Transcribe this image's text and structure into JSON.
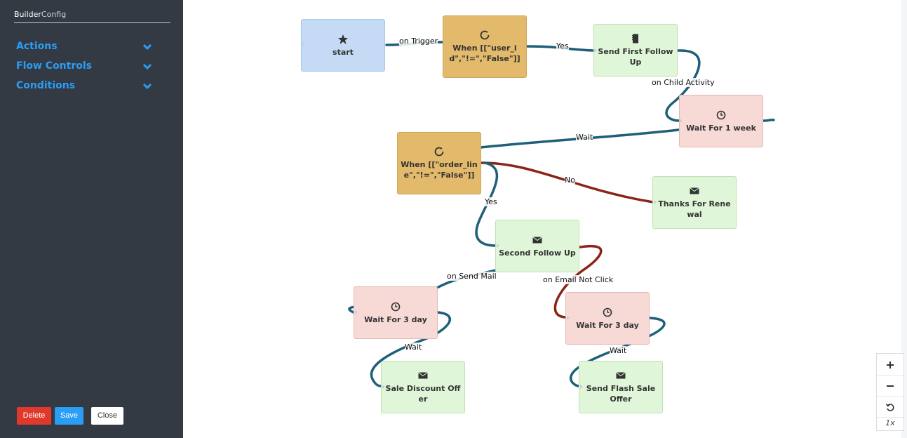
{
  "sidebar": {
    "brand_bold": "Builder",
    "brand_light": "Config",
    "menu": [
      {
        "label": "Actions"
      },
      {
        "label": "Flow Controls"
      },
      {
        "label": "Conditions"
      }
    ],
    "buttons": {
      "delete": "Delete",
      "save": "Save",
      "close": "Close"
    }
  },
  "colors": {
    "sidebar_bg": "#333a44",
    "menu_accent": "#2a9df4",
    "edge_primary": "#1f5f7a",
    "edge_negative": "#8b2417",
    "node_start": "#c5daf5",
    "node_condition": "#e3b96b",
    "node_action": "#dff6d8",
    "node_wait": "#f7d9d6"
  },
  "nodes": {
    "start": {
      "label": "start",
      "icon": "star-icon"
    },
    "when_user": {
      "label": "When [[\"user_id\",\"!=\",\"False\"]]",
      "icon": "loop-icon"
    },
    "send_first": {
      "label": "Send First Follow Up",
      "icon": "page-icon"
    },
    "wait_week": {
      "label": "Wait For 1 week",
      "icon": "clock-icon"
    },
    "when_order": {
      "label": "When [[\"order_line\",\"!=\",\"False\"]]",
      "icon": "loop-icon"
    },
    "thanks": {
      "label": "Thanks For Renewal",
      "icon": "envelope-icon"
    },
    "second": {
      "label": "Second Follow Up",
      "icon": "envelope-icon"
    },
    "wait3a": {
      "label": "Wait For 3 day",
      "icon": "clock-icon"
    },
    "wait3b": {
      "label": "Wait For 3 day",
      "icon": "clock-icon"
    },
    "sale": {
      "label": "Sale Discount Offer",
      "icon": "envelope-icon"
    },
    "flash": {
      "label": "Send Flash Sale Offer",
      "icon": "envelope-icon"
    }
  },
  "edge_labels": {
    "on_trigger": "on Trigger",
    "yes1": "Yes",
    "on_child": "on Child Activity",
    "wait1": "Wait",
    "no": "No",
    "yes2": "Yes",
    "on_send_mail": "on Send Mail",
    "on_email_not_click": "on Email Not Click",
    "wait2": "Wait",
    "wait3": "Wait"
  },
  "zoom": {
    "level": "1x",
    "zoom_in_icon": "plus-icon",
    "zoom_out_icon": "minus-icon",
    "reset_icon": "undo-icon"
  }
}
